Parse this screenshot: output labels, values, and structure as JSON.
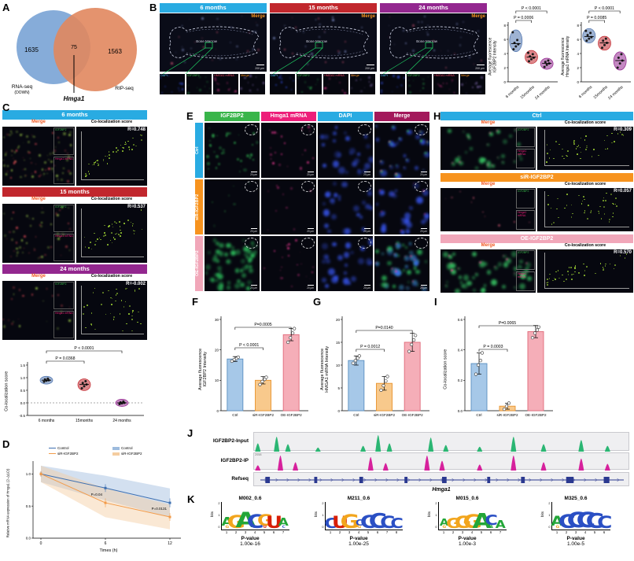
{
  "labels": {
    "A": "A",
    "B": "B",
    "C": "C",
    "D": "D",
    "E": "E",
    "F": "F",
    "G": "G",
    "H": "H",
    "I": "I",
    "J": "J",
    "K": "K"
  },
  "colors": {
    "blue": "#29ABE2",
    "red": "#C1272D",
    "purple": "#93278F",
    "orange": "#F7931E",
    "pink": "#F1A7B9",
    "green": "#39B54A",
    "magenta": "#ED1E79",
    "maroon": "#A3195B",
    "track_green": "#2BB673",
    "track_magenta": "#D6219C",
    "refseq_blue": "#2B3990"
  },
  "panelA": {
    "left_count": "1635",
    "overlap_count": "75",
    "right_count": "1563",
    "left_label": "RNA-seq",
    "left_sublabel": "(DOWN)",
    "right_label": "RIP-seq",
    "gene": "Hmga1"
  },
  "panelB": {
    "sections": [
      {
        "title": "6 months",
        "color": "#29ABE2"
      },
      {
        "title": "15 months",
        "color": "#C1272D"
      },
      {
        "title": "24 months",
        "color": "#93278F"
      }
    ],
    "merge_label": "Merge",
    "bone_label": "Bone Marrow",
    "scale_label": "200 μm",
    "thumbs": [
      "DAPI",
      "IGF2BP2",
      "HMGA1 mRNA",
      "Merge"
    ]
  },
  "panelC": {
    "merge_label": "Merge",
    "coloc_label": "Co-localization score",
    "inset_labels": [
      "IGF2BP2",
      "Hmga1 mRNA"
    ],
    "sections": [
      {
        "title": "6 months",
        "color": "#29ABE2",
        "r": "R=0.748",
        "rv": 0.748
      },
      {
        "title": "15 months",
        "color": "#C1272D",
        "r": "R=0.537",
        "rv": 0.537
      },
      {
        "title": "24 months",
        "color": "#93278F",
        "r": "R=-0.002",
        "rv": -0.002
      }
    ]
  },
  "panelD": {
    "legend": [
      "Control",
      "Control",
      "siR-IGF2BP2",
      "siR-IGF2BP2"
    ]
  },
  "panelE": {
    "columns": [
      {
        "label": "IGF2BP2",
        "color": "#39B54A"
      },
      {
        "label": "Hmga1 mRNA",
        "color": "#ED1E79"
      },
      {
        "label": "DAPI",
        "color": "#29ABE2"
      },
      {
        "label": "Merge",
        "color": "#A3195B"
      }
    ],
    "rows": [
      {
        "label": "Ctrl",
        "color": "#29ABE2"
      },
      {
        "label": "siR-IGF2BP2",
        "color": "#F7931E"
      },
      {
        "label": "OE-IGF2BP2",
        "color": "#F1A7B9"
      }
    ],
    "scale_label": "20 μm"
  },
  "panelH": {
    "merge_label": "Merge",
    "coloc_label": "Co-localization score",
    "inset_labels": [
      "IGF2BP2",
      "Hmga1 mRNA"
    ],
    "sections": [
      {
        "title": "Ctrl",
        "color": "#29ABE2",
        "r": "R=0.309",
        "rv": 0.309
      },
      {
        "title": "siR-IGF2BP2",
        "color": "#F7931E",
        "r": "R=0.057",
        "rv": 0.057
      },
      {
        "title": "OE-IGF2BP2",
        "color": "#F1A7B9",
        "r": "R=0.570",
        "rv": 0.57
      }
    ]
  },
  "panelJ": {
    "tracks": [
      "IGF2BP2-Input",
      "IGF2BP2-IP",
      "Refseq"
    ],
    "scale": "2058",
    "gene": "Hmga1"
  },
  "panelK": {
    "bits_label": "bits",
    "pvalue_label": "P-value",
    "motifs": [
      {
        "name": "M002_0.6",
        "pvalue": "1.00e-16"
      },
      {
        "name": "M211_0.6",
        "pvalue": "1.00e-25"
      },
      {
        "name": "M015_0.6",
        "pvalue": "1.00e-3"
      },
      {
        "name": "M325_0.6",
        "pvalue": "1.00e-5"
      }
    ]
  },
  "chart_data": [
    {
      "id": "B1",
      "type": "dotplot",
      "ylabel": [
        "Average fluorescence",
        "IGF2BP2 Intensity"
      ],
      "ylim": [
        0,
        8
      ],
      "yticks": [
        0,
        2,
        4,
        6,
        8
      ],
      "categories": [
        "6 months",
        "15months",
        "24 months"
      ],
      "groups": [
        {
          "color": "#4F74AE",
          "points": [
            4.6,
            5.0,
            5.3,
            5.5,
            5.9,
            7.0
          ],
          "median": 5.4
        },
        {
          "color": "#C1272D",
          "points": [
            2.9,
            3.2,
            3.4,
            3.6,
            3.9,
            4.1
          ],
          "median": 3.5
        },
        {
          "color": "#93278F",
          "points": [
            2.1,
            2.4,
            2.6,
            2.8,
            3.0
          ],
          "median": 2.6
        }
      ],
      "sig": [
        {
          "label": "P < 0.0001",
          "a": 0,
          "b": 2,
          "y": 10
        },
        {
          "label": "P = 0.0006",
          "a": 0,
          "b": 1,
          "y": 22
        }
      ]
    },
    {
      "id": "B2",
      "type": "dotplot",
      "ylabel": [
        "Average fluorescence",
        "Hmga1 mRNA Intensity"
      ],
      "ylim": [
        0,
        8
      ],
      "yticks": [
        0,
        2,
        4,
        6,
        8
      ],
      "categories": [
        "6 months",
        "15months",
        "24 months"
      ],
      "groups": [
        {
          "color": "#4F74AE",
          "points": [
            5.8,
            6.1,
            6.3,
            6.6,
            6.9,
            7.2
          ],
          "median": 6.4
        },
        {
          "color": "#C1272D",
          "points": [
            4.8,
            5.2,
            5.5,
            5.8,
            6.1
          ],
          "median": 5.5
        },
        {
          "color": "#93278F",
          "points": [
            2.0,
            2.6,
            3.0,
            3.4,
            3.9
          ],
          "median": 3.0
        }
      ],
      "sig": [
        {
          "label": "P < 0.0001",
          "a": 0,
          "b": 2,
          "y": 10
        },
        {
          "label": "P = 0.0085",
          "a": 0,
          "b": 1,
          "y": 22
        }
      ]
    },
    {
      "id": "C",
      "type": "dotplot",
      "ylabel": [
        "Co-localization score"
      ],
      "ylim": [
        -0.5,
        1.5
      ],
      "yticks": [
        -0.5,
        0.0,
        0.5,
        1.0,
        1.5
      ],
      "zero_line": true,
      "categories": [
        "6 months",
        "15months",
        "24 months"
      ],
      "groups": [
        {
          "color": "#4F74AE",
          "points": [
            0.84,
            0.88,
            0.9,
            0.93,
            0.96
          ],
          "median": 0.9
        },
        {
          "color": "#C1272D",
          "points": [
            0.58,
            0.66,
            0.73,
            0.79,
            0.86
          ],
          "median": 0.73
        },
        {
          "color": "#93278F",
          "points": [
            -0.05,
            -0.02,
            0.0,
            0.02,
            0.05
          ],
          "median": 0.0
        }
      ],
      "sig": [
        {
          "label": "P < 0.0001",
          "a": 0,
          "b": 2,
          "y": 10
        },
        {
          "label": "P = 0.0368",
          "a": 0,
          "b": 1,
          "y": 23
        }
      ]
    },
    {
      "id": "D",
      "type": "line",
      "ylabel": "Relative mRNA expression of Hmga1 (2−ΔΔCt)",
      "xlabel": "Times (h)",
      "x": [
        0,
        6,
        12
      ],
      "xticks": [
        "0",
        "6",
        "12"
      ],
      "ylim": [
        0,
        1.2
      ],
      "yticks": [
        0.0,
        0.5,
        1.0
      ],
      "series": [
        {
          "name": "Control",
          "color": "#3E6FB0",
          "band": "#9DBBDD",
          "values": [
            1.0,
            0.78,
            0.55
          ],
          "err": [
            0.04,
            0.06,
            0.07
          ]
        },
        {
          "name": "siR-IGF2BP2",
          "color": "#F29B4A",
          "band": "#F5CDA0",
          "values": [
            1.0,
            0.55,
            0.33
          ],
          "err": [
            0.04,
            0.07,
            0.06
          ]
        }
      ],
      "annotations": [
        {
          "text": "P=0.04",
          "x": 6,
          "y": 0.66
        },
        {
          "text": "P=0.0131",
          "x": 12,
          "y": 0.44
        }
      ]
    },
    {
      "id": "F",
      "type": "bar",
      "ylabel": [
        "Average fluorescence",
        "IGF2BP2 Intensity"
      ],
      "ylim": [
        0,
        30
      ],
      "yticks": [
        0,
        10,
        20,
        30
      ],
      "categories": [
        "Ctrl",
        "siR-IGF2BP2",
        "OE-IGF2BP2"
      ],
      "bars": [
        {
          "value": 17,
          "err": 0.8,
          "color": "#A6C8E8",
          "stroke": "#5A8FC0",
          "points": [
            16.3,
            16.8,
            17.2,
            17.6
          ]
        },
        {
          "value": 10,
          "err": 1.2,
          "color": "#F8C98C",
          "stroke": "#E8932C",
          "points": [
            8.6,
            9.6,
            10.3,
            11.0
          ]
        },
        {
          "value": 25,
          "err": 2.0,
          "color": "#F5AEB8",
          "stroke": "#E06A7A",
          "points": [
            22.5,
            24.0,
            25.5,
            27.0
          ]
        }
      ],
      "sig": [
        {
          "label": "P < 0.0001",
          "a": 0,
          "b": 1,
          "y": 62
        },
        {
          "label": "P=0.0005",
          "a": 0,
          "b": 2,
          "y": 36
        }
      ]
    },
    {
      "id": "G",
      "type": "bar",
      "ylabel": [
        "Average fluorescence",
        "HMGA1 mRNA Intensity"
      ],
      "ylim": [
        0,
        20
      ],
      "yticks": [
        0,
        5,
        10,
        15,
        20
      ],
      "categories": [
        "Ctrl",
        "siR-IGF2BP2",
        "OE-IGF2BP2"
      ],
      "bars": [
        {
          "value": 11,
          "err": 1.0,
          "color": "#A6C8E8",
          "stroke": "#5A8FC0",
          "points": [
            10.4,
            11.0,
            11.5,
            12.0
          ]
        },
        {
          "value": 6,
          "err": 1.5,
          "color": "#F8C98C",
          "stroke": "#E8932C",
          "points": [
            4.5,
            5.5,
            6.5,
            7.5
          ]
        },
        {
          "value": 15,
          "err": 2.0,
          "color": "#F5AEB8",
          "stroke": "#E06A7A",
          "points": [
            13.0,
            14.5,
            15.5,
            16.5
          ]
        }
      ],
      "sig": [
        {
          "label": "P = 0.0012",
          "a": 0,
          "b": 1,
          "y": 64
        },
        {
          "label": "P=0.0140",
          "a": 0,
          "b": 2,
          "y": 40
        }
      ]
    },
    {
      "id": "I",
      "type": "bar",
      "ylabel": [
        "Co-localization score"
      ],
      "ylim": [
        0,
        0.6
      ],
      "yticks": [
        0.0,
        0.2,
        0.4,
        0.6
      ],
      "categories": [
        "Ctrl",
        "siR-IGF2BP2",
        "OE-IGF2BP2"
      ],
      "bars": [
        {
          "value": 0.31,
          "err": 0.07,
          "color": "#A6C8E8",
          "stroke": "#5A8FC0",
          "points": [
            0.24,
            0.3,
            0.33,
            0.38
          ]
        },
        {
          "value": 0.03,
          "err": 0.02,
          "color": "#F8C98C",
          "stroke": "#E8932C",
          "points": [
            0.01,
            0.03,
            0.05
          ]
        },
        {
          "value": 0.52,
          "err": 0.04,
          "color": "#F5AEB8",
          "stroke": "#E06A7A",
          "points": [
            0.48,
            0.51,
            0.53,
            0.55
          ]
        }
      ],
      "sig": [
        {
          "label": "P = 0.0003",
          "a": 0,
          "b": 1,
          "y": 64
        },
        {
          "label": "P=0.0065",
          "a": 0,
          "b": 2,
          "y": 34
        }
      ]
    },
    {
      "id": "J",
      "type": "tracks",
      "input_peaks": [
        [
          0.01,
          0.5
        ],
        [
          0.06,
          0.9
        ],
        [
          0.09,
          0.45
        ],
        [
          0.17,
          0.25
        ],
        [
          0.29,
          0.35
        ],
        [
          0.33,
          1.0
        ],
        [
          0.36,
          0.5
        ],
        [
          0.47,
          0.85
        ],
        [
          0.51,
          0.4
        ],
        [
          0.6,
          0.3
        ],
        [
          0.69,
          0.9
        ],
        [
          0.77,
          0.45
        ],
        [
          0.87,
          0.7
        ],
        [
          0.94,
          0.35
        ]
      ],
      "ip_peaks": [
        [
          0.01,
          0.35
        ],
        [
          0.07,
          1.0
        ],
        [
          0.11,
          0.55
        ],
        [
          0.31,
          0.9
        ],
        [
          0.35,
          0.5
        ],
        [
          0.46,
          1.0
        ],
        [
          0.5,
          0.65
        ],
        [
          0.6,
          0.4
        ],
        [
          0.69,
          1.0
        ],
        [
          0.77,
          0.55
        ],
        [
          0.87,
          0.8
        ],
        [
          0.94,
          0.45
        ]
      ],
      "exons": [
        [
          0.03,
          0.012
        ],
        [
          0.16,
          0.008
        ],
        [
          0.28,
          0.01
        ],
        [
          0.4,
          0.008
        ],
        [
          0.5,
          0.012
        ],
        [
          0.62,
          0.008
        ],
        [
          0.71,
          0.01
        ],
        [
          0.83,
          0.02
        ],
        [
          0.93,
          0.015
        ]
      ]
    },
    {
      "id": "K",
      "type": "logo",
      "letter_colors": {
        "A": "#23A638",
        "C": "#2A4FC4",
        "G": "#F2A51D",
        "U": "#D81E05"
      },
      "yticks": [
        0,
        1,
        2
      ],
      "motifs": [
        {
          "positions": [
            [
              [
                "A",
                1.0
              ],
              [
                "G",
                0.3
              ]
            ],
            [
              [
                "G",
                1.5
              ]
            ],
            [
              [
                "A",
                1.8
              ]
            ],
            [
              [
                "C",
                1.6
              ]
            ],
            [
              [
                "G",
                1.3
              ],
              [
                "U",
                0.3
              ]
            ],
            [
              [
                "U",
                1.4
              ]
            ],
            [
              [
                "A",
                0.9
              ],
              [
                "C",
                0.3
              ]
            ]
          ]
        },
        {
          "positions": [
            [
              [
                "C",
                1.2
              ]
            ],
            [
              [
                "U",
                1.4
              ]
            ],
            [
              [
                "G",
                1.6
              ]
            ],
            [
              [
                "C",
                0.7
              ],
              [
                "G",
                0.3
              ]
            ],
            [
              [
                "C",
                1.5
              ]
            ],
            [
              [
                "C",
                1.7
              ]
            ],
            [
              [
                "C",
                1.4
              ]
            ],
            [
              [
                "C",
                1.2
              ]
            ]
          ]
        },
        {
          "positions": [
            [
              [
                "A",
                0.8
              ],
              [
                "G",
                0.3
              ]
            ],
            [
              [
                "G",
                1.2
              ]
            ],
            [
              [
                "G",
                1.4
              ]
            ],
            [
              [
                "G",
                1.6
              ]
            ],
            [
              [
                "A",
                1.7
              ]
            ],
            [
              [
                "C",
                1.2
              ],
              [
                "A",
                0.3
              ]
            ],
            [
              [
                "A",
                0.9
              ]
            ]
          ]
        },
        {
          "positions": [
            [
              [
                "A",
                1.1
              ],
              [
                "G",
                0.3
              ]
            ],
            [
              [
                "C",
                1.6
              ]
            ],
            [
              [
                "C",
                1.8
              ]
            ],
            [
              [
                "C",
                1.8
              ]
            ],
            [
              [
                "C",
                1.7
              ]
            ],
            [
              [
                "C",
                1.4
              ]
            ]
          ]
        }
      ]
    }
  ]
}
